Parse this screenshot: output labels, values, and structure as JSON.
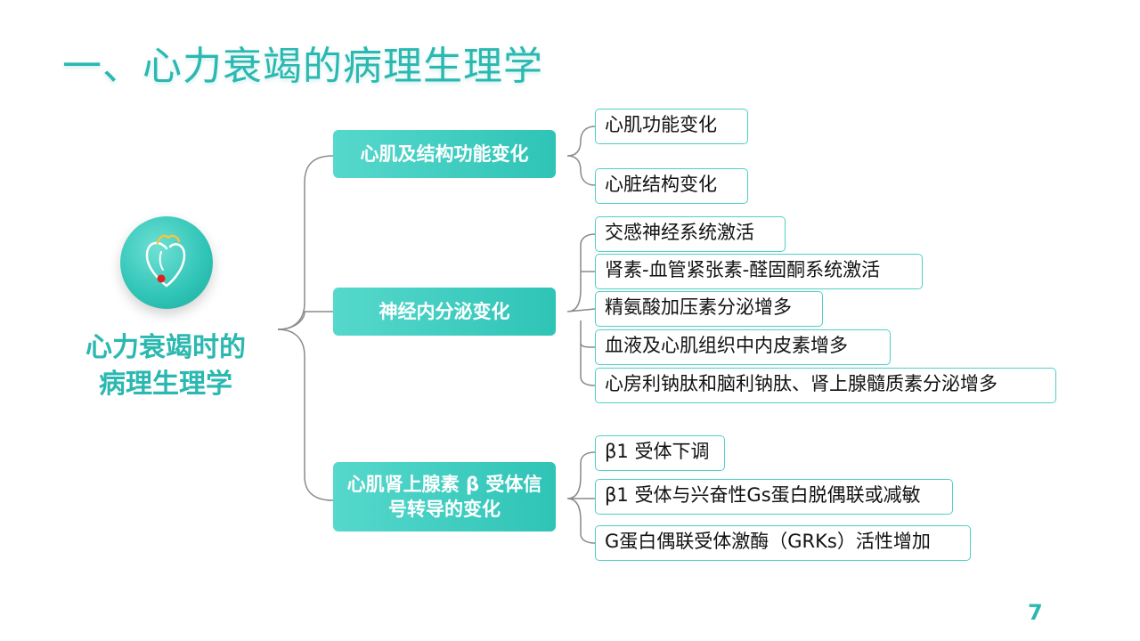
{
  "title": "一、心力衰竭的病理生理学",
  "root": {
    "label": "心力衰竭时的病理生理学",
    "icon": "heart-icon"
  },
  "branches": [
    {
      "label": "心肌及结构功能变化",
      "leaves": [
        "心肌功能变化",
        "心脏结构变化"
      ]
    },
    {
      "label": "神经内分泌变化",
      "leaves": [
        "交感神经系统激活",
        "肾素-血管紧张素-醛固酮系统激活",
        "精氨酸加压素分泌增多",
        "血液及心肌组织中内皮素增多",
        "心房利钠肽和脑利钠肽、肾上腺髓质素分泌增多"
      ]
    },
    {
      "label": "心肌肾上腺素 β 受体信号转导的变化",
      "leaves": [
        "β1 受体下调",
        "β1 受体与兴奋性Gs蛋白脱偶联或减敏",
        "G蛋白偶联受体激酶（GRKs）活性增加"
      ]
    }
  ],
  "page_number": "7",
  "colors": {
    "accent": "#2bb8b0",
    "branch_fill": "#2ec4b6",
    "leaf_border": "#4fd1c5",
    "connector": "#8a8a8a"
  }
}
